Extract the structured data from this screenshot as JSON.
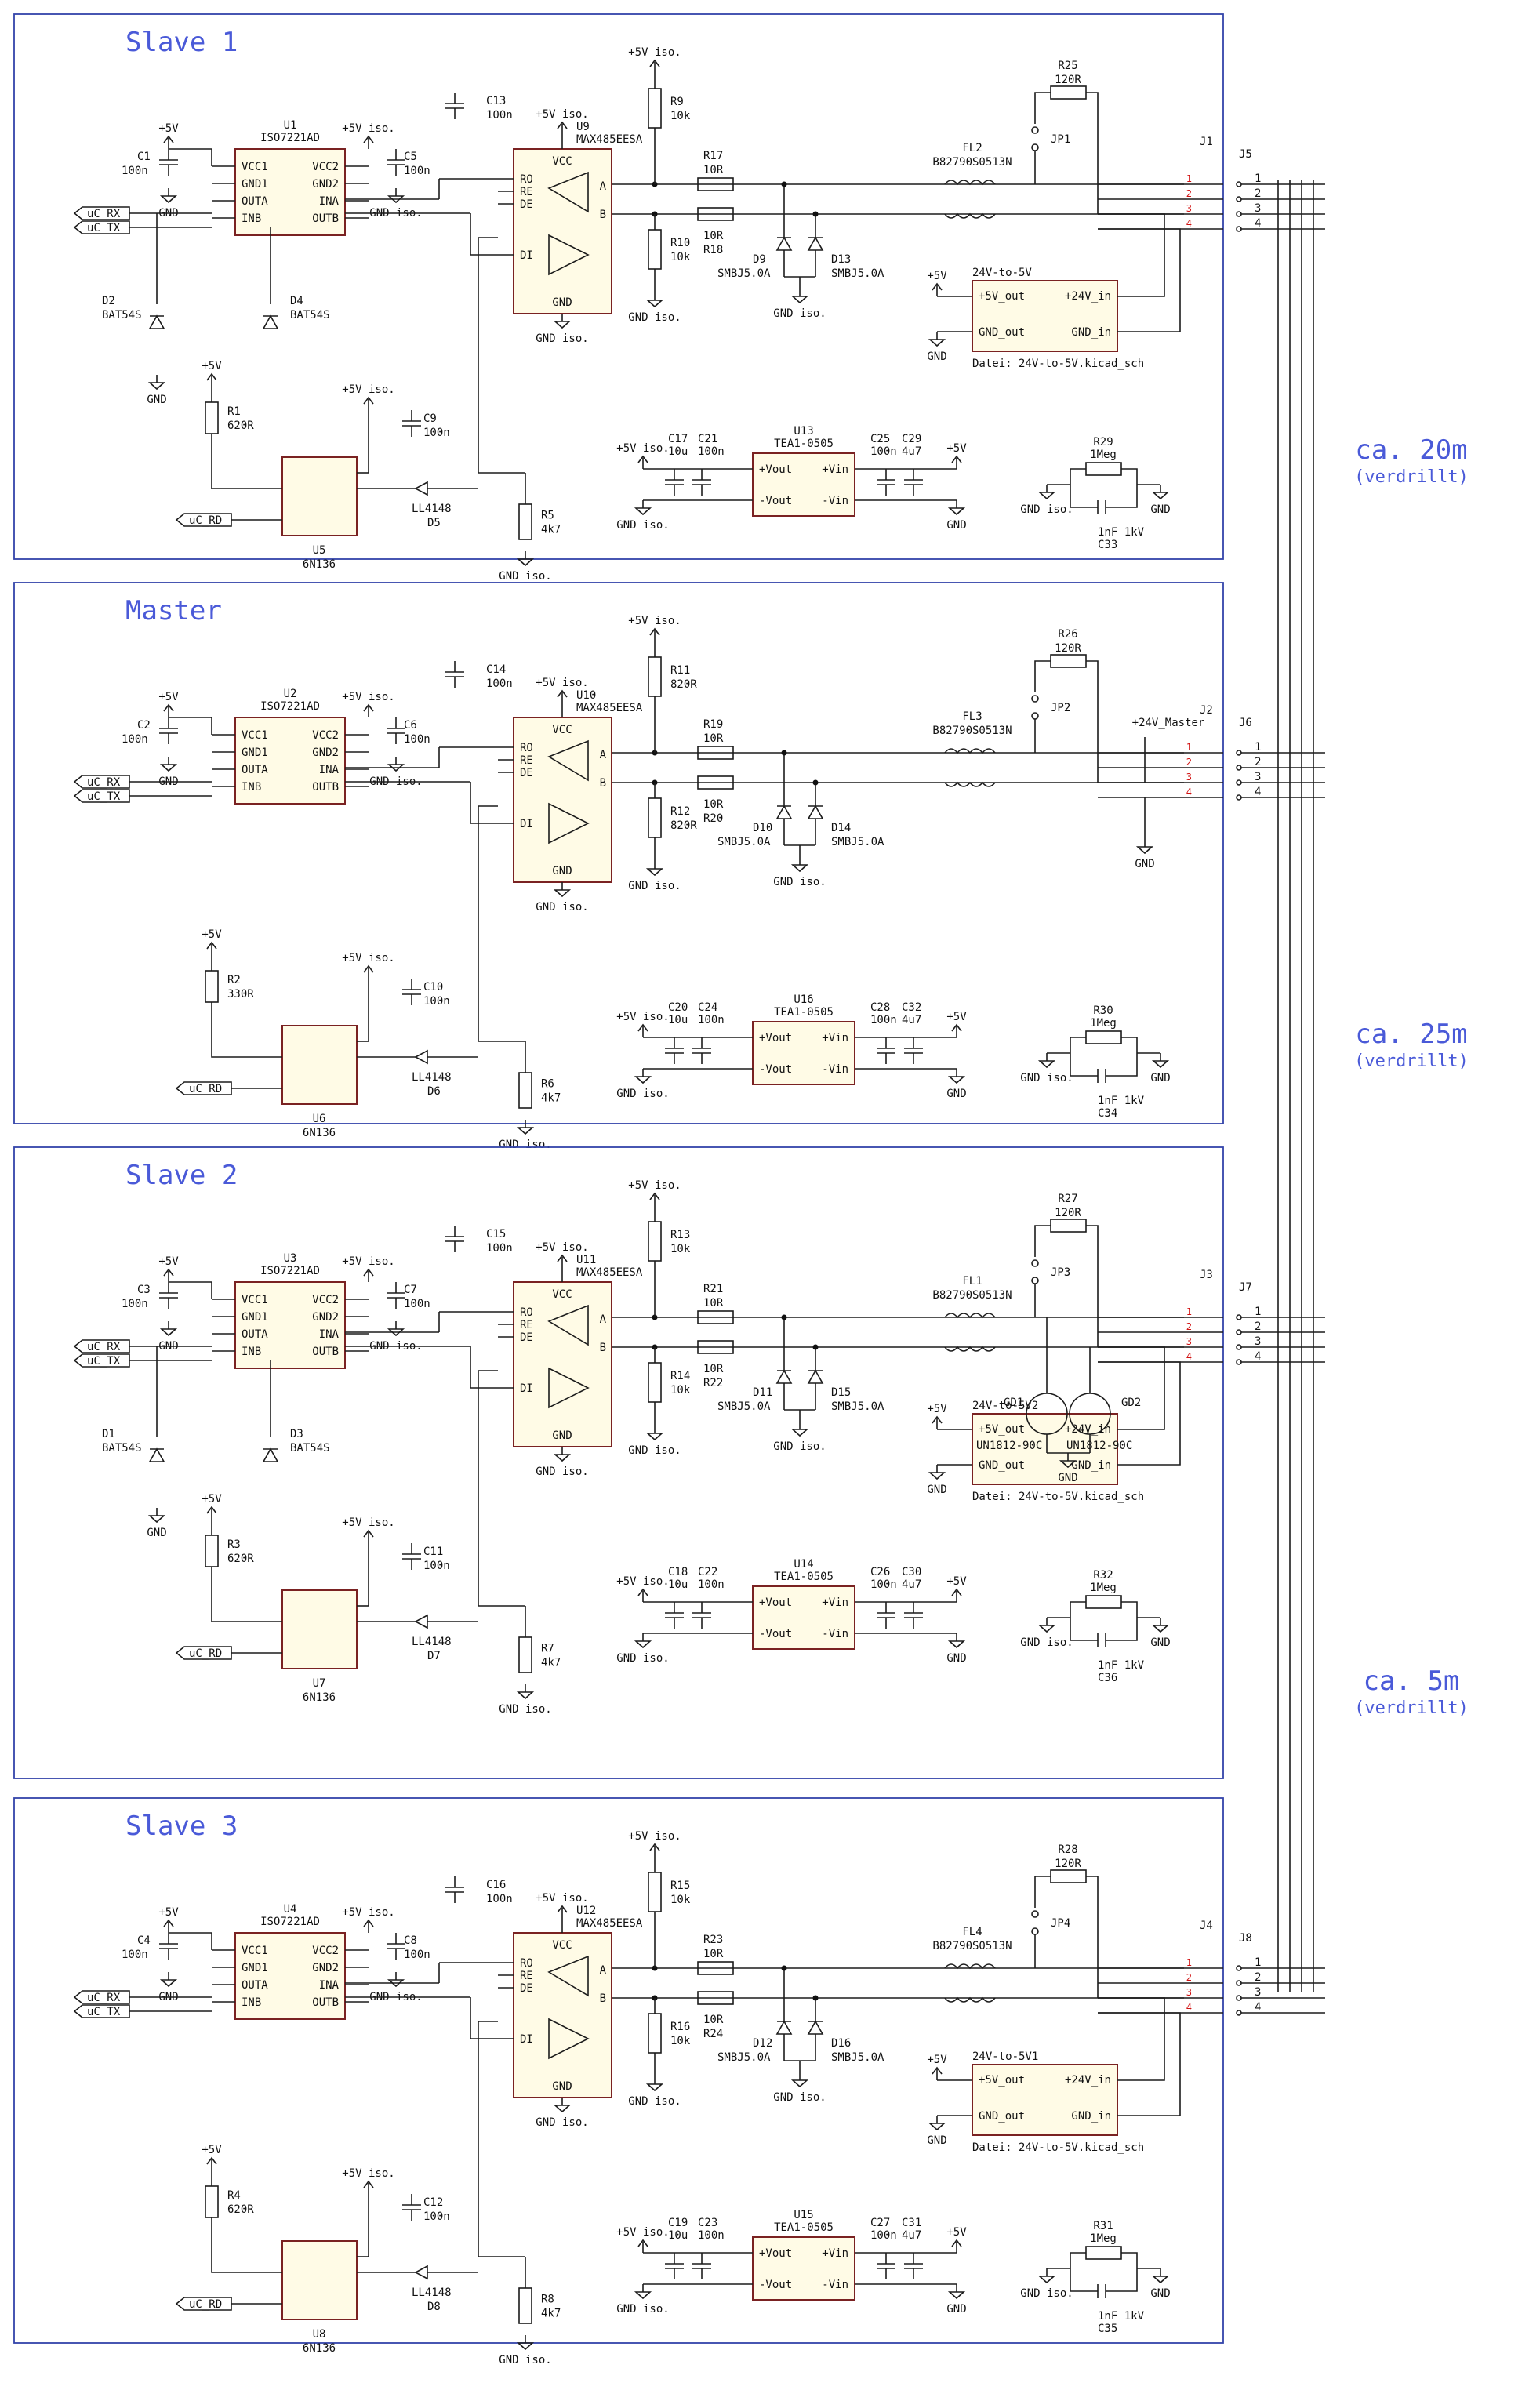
{
  "sections": [
    {
      "title": "Slave 1",
      "iso": "U1",
      "iso_part": "ISO7221AD",
      "xcvr": "U9",
      "rs485_part": "MAX485EESA",
      "opto": "U5",
      "opto_part": "6N136",
      "dcdc": "U13",
      "dcdc_part": "TEA1-0505",
      "r_bias": "R9",
      "r_bias_val": "10k",
      "r_bias2": "R10",
      "r_bias2_val": "10k",
      "r_a": "R17",
      "r_b": "R18",
      "r_series_val": "10R",
      "tvs_a": "D9",
      "tvs_b": "D13",
      "tvs_val": "SMBJ5.0A",
      "choke": "FL2",
      "choke_part": "B82790S0513N",
      "term": "R25",
      "term_val": "120R",
      "jumper": "JP1",
      "conn": "J1",
      "conn_ext": "J5",
      "r_led": "R1",
      "r_led_val": "620R",
      "diode": "D5",
      "diode_val": "LL4148",
      "r_pull": "R5",
      "r_pull_val": "4k7",
      "cap_opto": "C9",
      "cap_xcvr": "C13",
      "cap_iso1": "C1",
      "cap_iso2": "C5",
      "cap_val": "100n",
      "dcdc_c_in1": "C17",
      "dcdc_c_in2": "C21",
      "dcdc_c_out1": "C25",
      "dcdc_c_out2": "C29",
      "bleed": "R29",
      "bleed_val": "1Meg",
      "bleed_cap": "C33",
      "bleed_cap_val": "1nF 1kV",
      "shottky_a": "D2",
      "shottky_b": "D4",
      "shottky_val": "BAT54S",
      "subsheet": "24V-to-5V",
      "subsheet_file": "Datei: 24V-to-5V.kicad_sch"
    },
    {
      "title": "Master",
      "iso": "U2",
      "iso_part": "ISO7221AD",
      "xcvr": "U10",
      "rs485_part": "MAX485EESA",
      "opto": "U6",
      "opto_part": "6N136",
      "dcdc": "U16",
      "dcdc_part": "TEA1-0505",
      "r_bias": "R11",
      "r_bias_val": "820R",
      "r_bias2": "R12",
      "r_bias2_val": "820R",
      "r_a": "R19",
      "r_b": "R20",
      "r_series_val": "10R",
      "tvs_a": "D10",
      "tvs_b": "D14",
      "tvs_val": "SMBJ5.0A",
      "choke": "FL3",
      "choke_part": "B82790S0513N",
      "term": "R26",
      "term_val": "120R",
      "jumper": "JP2",
      "conn": "J2",
      "conn_ext": "J6",
      "r_led": "R2",
      "r_led_val": "330R",
      "diode": "D6",
      "diode_val": "LL4148",
      "r_pull": "R6",
      "r_pull_val": "4k7",
      "cap_opto": "C10",
      "cap_xcvr": "C14",
      "cap_iso1": "C2",
      "cap_iso2": "C6",
      "cap_val": "100n",
      "dcdc_c_in1": "C20",
      "dcdc_c_in2": "C24",
      "dcdc_c_out1": "C28",
      "dcdc_c_out2": "C32",
      "bleed": "R30",
      "bleed_val": "1Meg",
      "bleed_cap": "C34",
      "bleed_cap_val": "1nF 1kV",
      "net_24v": "+24V_Master"
    },
    {
      "title": "Slave 2",
      "iso": "U3",
      "iso_part": "ISO7221AD",
      "xcvr": "U11",
      "rs485_part": "MAX485EESA",
      "opto": "U7",
      "opto_part": "6N136",
      "dcdc": "U14",
      "dcdc_part": "TEA1-0505",
      "r_bias": "R13",
      "r_bias_val": "10k",
      "r_bias2": "R14",
      "r_bias2_val": "10k",
      "r_a": "R21",
      "r_b": "R22",
      "r_series_val": "10R",
      "tvs_a": "D11",
      "tvs_b": "D15",
      "tvs_val": "SMBJ5.0A",
      "choke": "FL1",
      "choke_part": "B82790S0513N",
      "term": "R27",
      "term_val": "120R",
      "jumper": "JP3",
      "conn": "J3",
      "conn_ext": "J7",
      "r_led": "R3",
      "r_led_val": "620R",
      "diode": "D7",
      "diode_val": "LL4148",
      "r_pull": "R7",
      "r_pull_val": "4k7",
      "cap_opto": "C11",
      "cap_xcvr": "C15",
      "cap_iso1": "C3",
      "cap_iso2": "C7",
      "cap_val": "100n",
      "dcdc_c_in1": "C18",
      "dcdc_c_in2": "C22",
      "dcdc_c_out1": "C26",
      "dcdc_c_out2": "C30",
      "bleed": "R32",
      "bleed_val": "1Meg",
      "bleed_cap": "C36",
      "bleed_cap_val": "1nF 1kV",
      "shottky_a": "D1",
      "shottky_b": "D3",
      "shottky_val": "BAT54S",
      "gdt_a": "GD1",
      "gdt_b": "GD2",
      "gdt_val": "UN1812-90C",
      "subsheet": "24V-to-5V2",
      "subsheet_file": "Datei: 24V-to-5V.kicad_sch"
    },
    {
      "title": "Slave 3",
      "iso": "U4",
      "iso_part": "ISO7221AD",
      "xcvr": "U12",
      "rs485_part": "MAX485EESA",
      "opto": "U8",
      "opto_part": "6N136",
      "dcdc": "U15",
      "dcdc_part": "TEA1-0505",
      "r_bias": "R15",
      "r_bias_val": "10k",
      "r_bias2": "R16",
      "r_bias2_val": "10k",
      "r_a": "R23",
      "r_b": "R24",
      "r_series_val": "10R",
      "tvs_a": "D12",
      "tvs_b": "D16",
      "tvs_val": "SMBJ5.0A",
      "choke": "FL4",
      "choke_part": "B82790S0513N",
      "term": "R28",
      "term_val": "120R",
      "jumper": "JP4",
      "conn": "J4",
      "conn_ext": "J8",
      "r_led": "R4",
      "r_led_val": "620R",
      "diode": "D8",
      "diode_val": "LL4148",
      "r_pull": "R8",
      "r_pull_val": "4k7",
      "cap_opto": "C12",
      "cap_xcvr": "C16",
      "cap_iso1": "C4",
      "cap_iso2": "C8",
      "cap_val": "100n",
      "dcdc_c_in1": "C19",
      "dcdc_c_in2": "C23",
      "dcdc_c_out1": "C27",
      "dcdc_c_out2": "C31",
      "bleed": "R31",
      "bleed_val": "1Meg",
      "bleed_cap": "C35",
      "bleed_cap_val": "1nF 1kV",
      "subsheet": "24V-to-5V1",
      "subsheet_file": "Datei: 24V-to-5V.kicad_sch"
    }
  ],
  "cables": [
    {
      "length": "ca. 20m",
      "note": "(verdrillt)"
    },
    {
      "length": "ca. 25m",
      "note": "(verdrillt)"
    },
    {
      "length": "ca. 5m",
      "note": "(verdrillt)"
    }
  ],
  "nets": {
    "vcc": "+5V",
    "vcc_iso": "+5V iso.",
    "gnd": "GND",
    "gnd_iso": "GND iso.",
    "uc_rx": "uC_RX",
    "uc_tx": "uC_TX",
    "uc_rd": "uC_RD"
  },
  "pins": {
    "iso_left": [
      "VCC1",
      "GND1",
      "OUTA",
      "INB"
    ],
    "iso_right": [
      "VCC2",
      "GND2",
      "INA",
      "OUTB"
    ],
    "xcvr_left": [
      "RO",
      "RE",
      "DE",
      "DI"
    ],
    "xcvr_top": "VCC",
    "xcvr_bottom": "GND",
    "xcvr_a": "A",
    "xcvr_b": "B",
    "dcdc_left": [
      "+Vout",
      "-Vout"
    ],
    "dcdc_right": [
      "+Vin",
      "-Vin"
    ],
    "sub_left": [
      "+5V_out",
      "GND_out"
    ],
    "sub_right": [
      "+24V_in",
      "GND_in"
    ],
    "conn_pins": [
      "1",
      "2",
      "3",
      "4"
    ]
  },
  "values": {
    "c_bulk": "10u",
    "c_small": "100n",
    "c_out": "4u7"
  }
}
